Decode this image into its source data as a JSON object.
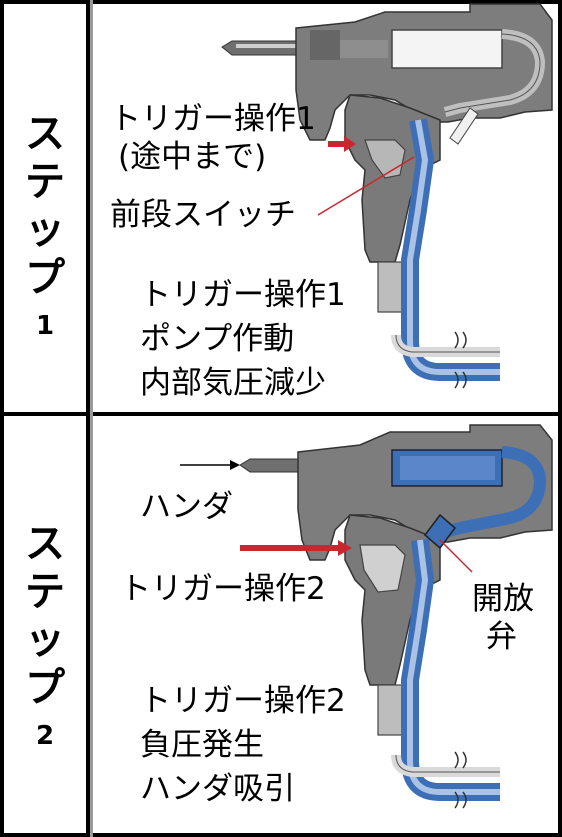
{
  "step1": {
    "label_chars": [
      "ス",
      "テ",
      "ッ",
      "プ"
    ],
    "label_num": "1",
    "callout_trigger_a": "トリガー操作1",
    "callout_trigger_b": "(途中まで)",
    "callout_switch": "前段スイッチ",
    "desc_1": "トリガー操作1",
    "desc_2": "ポンプ作動",
    "desc_3": "内部気圧減少"
  },
  "step2": {
    "label_chars": [
      "ス",
      "テ",
      "ッ",
      "プ"
    ],
    "label_num": "2",
    "callout_solder": "ハンダ",
    "callout_trigger": "トリガー操作2",
    "callout_valve_a": "開放",
    "callout_valve_b": "弁",
    "desc_1": "トリガー操作2",
    "desc_2": "負圧発生",
    "desc_3": "ハンダ吸引"
  },
  "colors": {
    "body_gray": "#7d7d7d",
    "body_light": "#a9a9a9",
    "tube_blue": "#3d6fb6",
    "tube_light": "#a9c2e6",
    "arrow_red": "#c8282d"
  }
}
